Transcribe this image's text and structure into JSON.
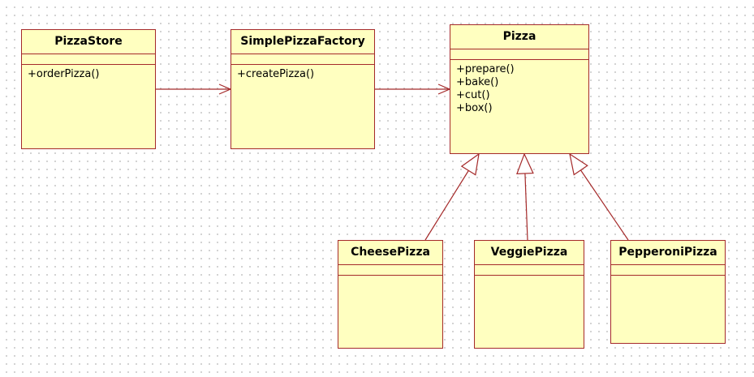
{
  "diagram": {
    "classes": [
      {
        "id": "pizzastore",
        "name": "PizzaStore",
        "operations": [
          "+orderPizza()"
        ]
      },
      {
        "id": "simplepizzafactory",
        "name": "SimplePizzaFactory",
        "operations": [
          "+createPizza()"
        ]
      },
      {
        "id": "pizza",
        "name": "Pizza",
        "operations": [
          "+prepare()",
          "+bake()",
          "+cut()",
          "+box()"
        ]
      },
      {
        "id": "cheesepizza",
        "name": "CheesePizza",
        "operations": []
      },
      {
        "id": "veggiepizza",
        "name": "VeggiePizza",
        "operations": []
      },
      {
        "id": "pepperonipizza",
        "name": "PepperoniPizza",
        "operations": []
      }
    ],
    "relationships": [
      {
        "type": "association",
        "from": "pizzastore",
        "to": "simplepizzafactory"
      },
      {
        "type": "association",
        "from": "simplepizzafactory",
        "to": "pizza"
      },
      {
        "type": "generalization",
        "from": "cheesepizza",
        "to": "pizza"
      },
      {
        "type": "generalization",
        "from": "veggiepizza",
        "to": "pizza"
      },
      {
        "type": "generalization",
        "from": "pepperonipizza",
        "to": "pizza"
      }
    ],
    "colors": {
      "class_fill": "#ffffc0",
      "line": "#a52a2a",
      "grid_dot": "#c8c8c8"
    }
  }
}
